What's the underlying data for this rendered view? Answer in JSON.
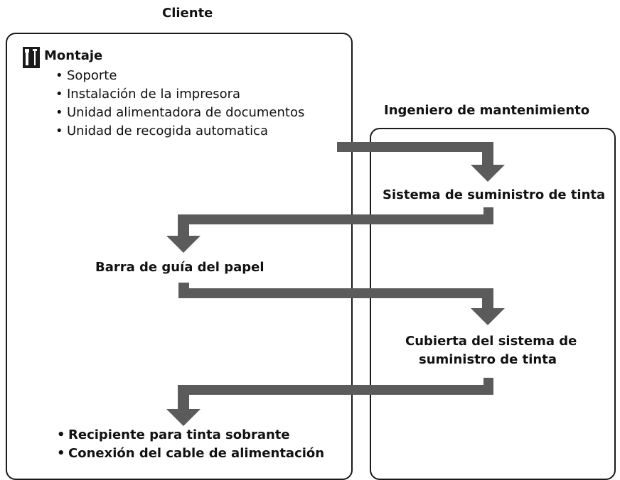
{
  "columns": {
    "cliente": "Cliente",
    "ingeniero": "Ingeniero de mantenimiento"
  },
  "montaje": {
    "title": "Montaje",
    "icon": "tools-icon",
    "items": [
      "Soporte",
      "Instalación de la impresora",
      "Unidad alimentadora de documentos",
      "Unidad de recogida automatica"
    ]
  },
  "steps": {
    "ink_system": "Sistema de suministro de tinta",
    "paper_guide": "Barra de guía del papel",
    "ink_cover_line1": "Cubierta del sistema de",
    "ink_cover_line2": "suministro de tinta",
    "final_items": [
      "Recipiente para tinta sobrante",
      "Conexión del cable de alimentación"
    ]
  },
  "colors": {
    "arrow": "#5b5b5b",
    "border": "#1a1a1a",
    "icon_bg": "#1a1a1a"
  }
}
